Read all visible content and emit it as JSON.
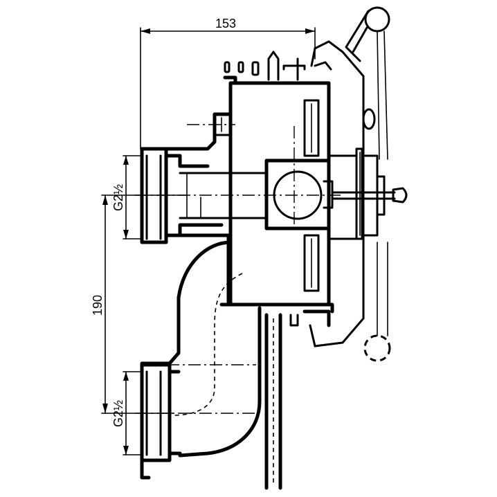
{
  "dimensions": {
    "width_label": "153",
    "height_label": "190",
    "thread_top": "G2½",
    "thread_bottom": "G2½"
  }
}
